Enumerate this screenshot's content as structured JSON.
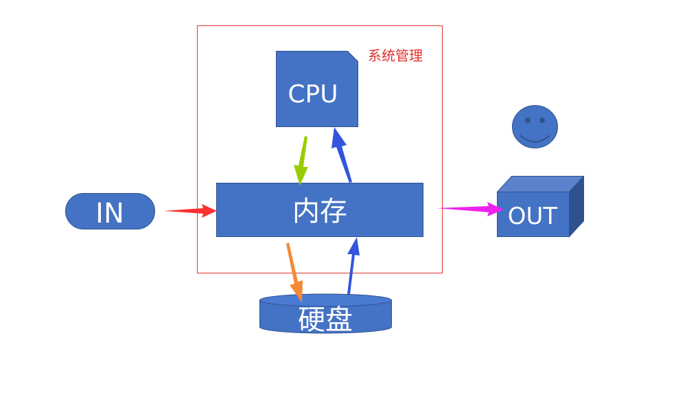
{
  "diagram": {
    "system_box_label": "系统管理",
    "nodes": {
      "cpu": "CPU",
      "memory": "内存",
      "disk": "硬盘",
      "input": "IN",
      "output": "OUT"
    },
    "icons": {
      "smiley": "smiley-face-icon"
    }
  },
  "colors": {
    "node_fill": "#4472c4",
    "node_stroke": "#2f528f",
    "system_border": "#e0302e",
    "system_label": "#e0302e",
    "arrow_in": "#ff3030",
    "arrow_out": "#ee22ee",
    "arrow_cpu_to_mem": "#99cc00",
    "arrow_mem_to_cpu": "#3355dd",
    "arrow_mem_to_disk": "#f58a35",
    "arrow_disk_to_mem": "#3355dd"
  }
}
